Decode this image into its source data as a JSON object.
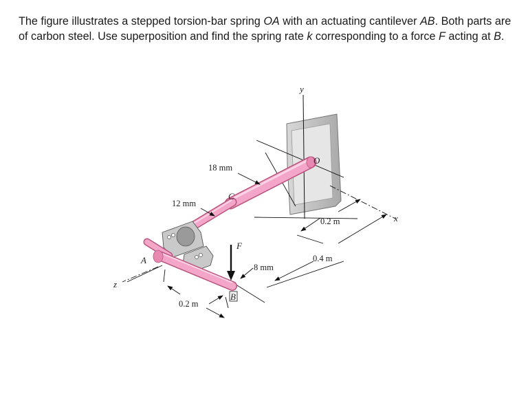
{
  "problem": {
    "t1": "The figure illustrates a stepped torsion-bar spring ",
    "oa": "OA",
    "t2": " with an actuating cantilever ",
    "ab": "AB",
    "t3": ". Both parts are of carbon steel. Use superposition and find the spring rate ",
    "k": "k",
    "t4": " corresponding to a force ",
    "f": "F",
    "t5": " acting at ",
    "b": "B",
    "t6": "."
  },
  "figure": {
    "axis_y": "y",
    "axis_x": "x",
    "axis_z": "z",
    "point_o": "O",
    "point_c": "C",
    "point_a": "A",
    "point_b": "B",
    "force": "F",
    "dim_18mm": "18 mm",
    "dim_12mm": "12 mm",
    "dim_8mm": "8 mm",
    "dim_02m_top": "0.2 m",
    "dim_04m": "0.4 m",
    "dim_02m_bottom": "0.2 m",
    "colors": {
      "shaft": "#f3a6c8",
      "shaft_dark": "#d9739e",
      "wall": "#c8c8c8",
      "support": "#c9c9c9"
    }
  }
}
